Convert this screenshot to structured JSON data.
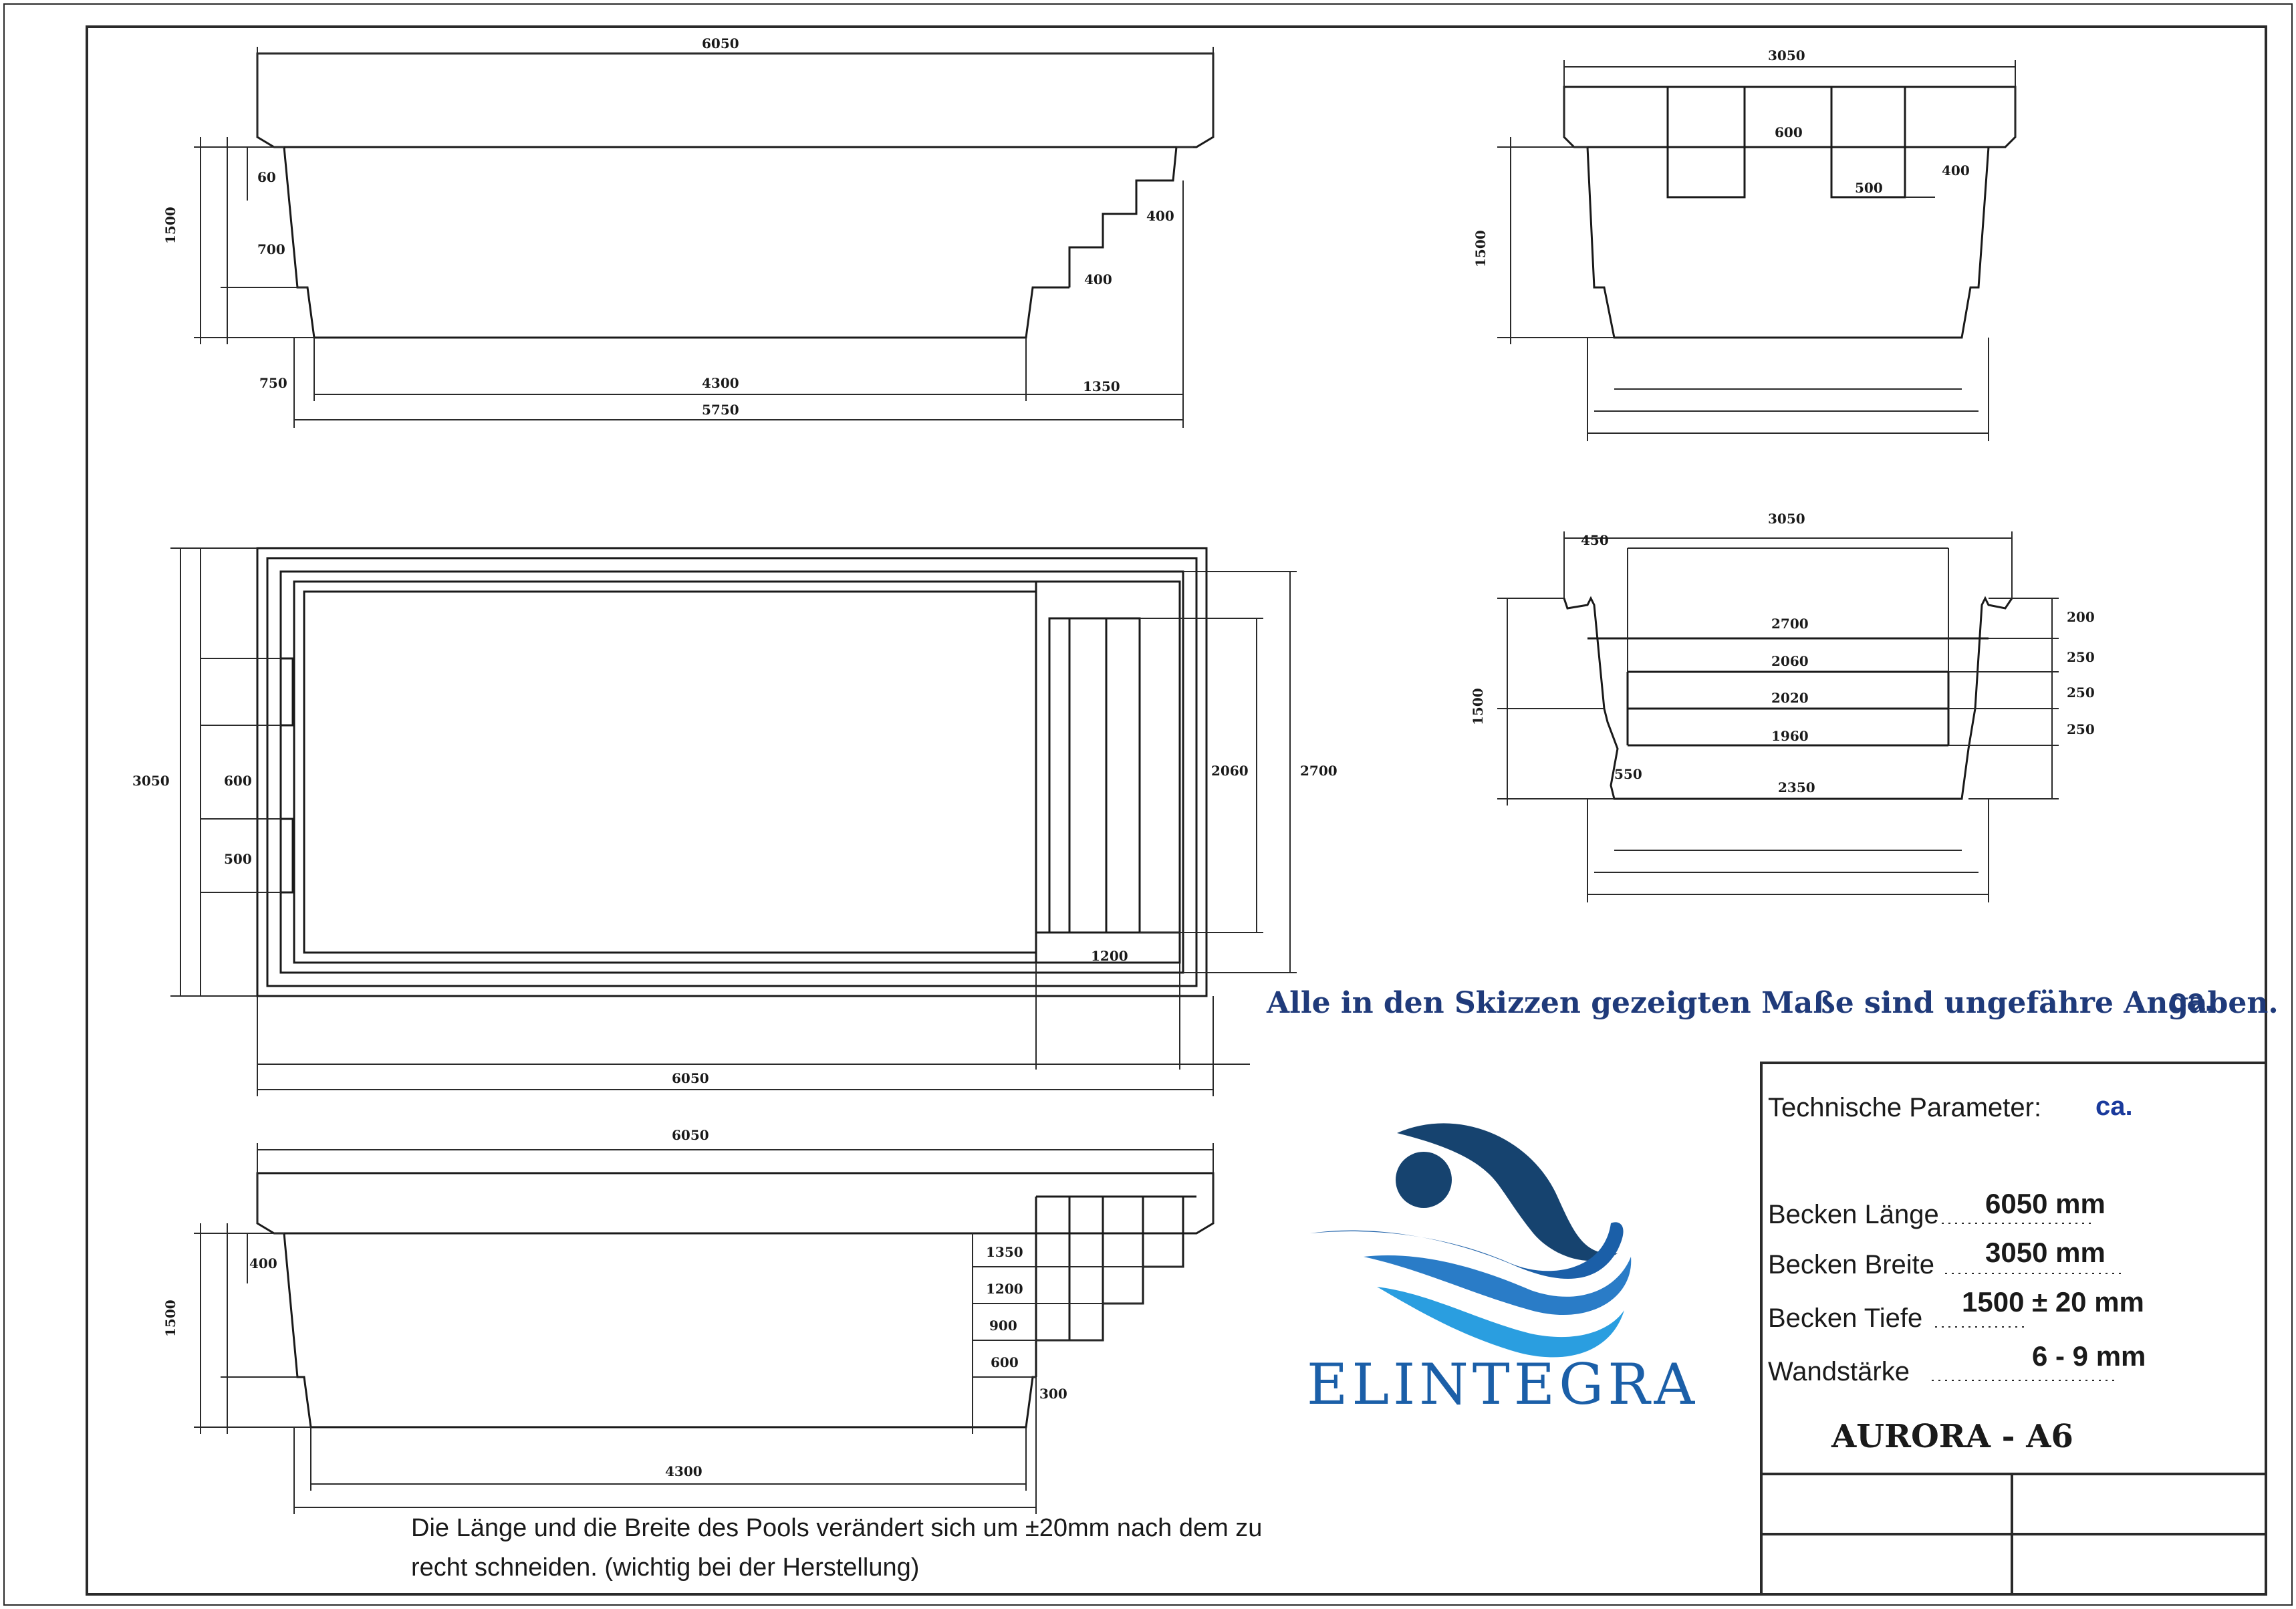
{
  "diagram": {
    "side_view_top": {
      "total_length": "6050",
      "depth": "1500",
      "rim": "60",
      "upper_depth": "700",
      "lower_step": "750",
      "step_rise_1": "400",
      "step_rise_2": "400",
      "floor_length": "4300",
      "step_zone": "1350",
      "inner_length": "5750"
    },
    "end_view_top": {
      "width": "3050",
      "depth": "1500",
      "skimmer_width": "600",
      "skimmer_height": "400",
      "skimmer_offset": "500"
    },
    "plan_view": {
      "width": "3050",
      "skimmer_spacing": "600",
      "skimmer_offset": "500",
      "step_width": "2060",
      "inner_width": "2700",
      "step_depth": "1200",
      "total_length": "6050"
    },
    "end_view_steps": {
      "width": "3050",
      "rim": "450",
      "depth": "1500",
      "levels": [
        "2700",
        "2060",
        "2020",
        "1960"
      ],
      "rises": [
        "200",
        "250",
        "250",
        "250"
      ],
      "corner": "550",
      "floor_width": "2350"
    },
    "side_view_bottom": {
      "total_length": "6050",
      "depth": "1500",
      "rim": "400",
      "step_widths": [
        "1350",
        "1200",
        "900",
        "600"
      ],
      "step_rise": "300",
      "floor_length": "4300"
    }
  },
  "note": {
    "approx_text": "Alle in den Skizzen gezeigten Maße sind ungefähre Angaben.",
    "approx_suffix": "ca."
  },
  "logo": {
    "brand": "ELINTEGRA"
  },
  "title_block": {
    "heading": "Technische Parameter:",
    "heading_suffix": "ca.",
    "rows": [
      {
        "label": "Becken Länge",
        "value": "6050 mm"
      },
      {
        "label": "Becken Breite",
        "value": "3050 mm"
      },
      {
        "label": "Becken Tiefe",
        "value": "1500 ± 20 mm"
      },
      {
        "label": "Wandstärke",
        "value": "6 - 9 mm"
      }
    ],
    "model": "AURORA  - A6"
  },
  "footer_note": {
    "line1": "Die Länge und die Breite des Pools verändert sich um ±20mm nach dem zu",
    "line2": "recht schneiden. (wichtig bei der Herstellung)"
  },
  "colors": {
    "logo_dark": "#16436f",
    "logo_mid": "#1b5fa8",
    "logo_light": "#2a9ee0",
    "text_blue": "#1f3a7a"
  }
}
